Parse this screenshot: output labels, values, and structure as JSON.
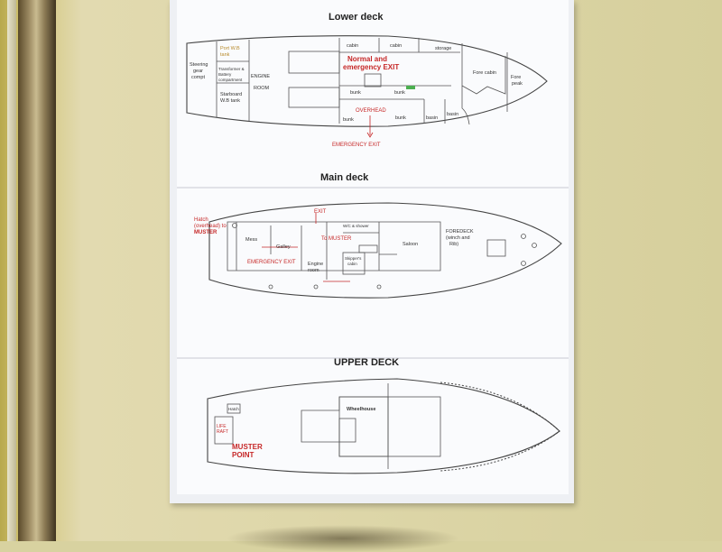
{
  "decks": {
    "lower": {
      "title": "Lower deck",
      "labels": {
        "steering": [
          "Steering",
          "gear",
          "compt"
        ],
        "port_wb": [
          "Port W.B",
          "tank"
        ],
        "transformer": [
          "Transformer &",
          "Battery",
          "compartment"
        ],
        "starboard_wb": [
          "Starboard",
          "W.B tank"
        ],
        "engine": "ENGINE",
        "room": "ROOM",
        "cabin1": "cabin",
        "cabin2": "cabin",
        "storage": "storage",
        "exit": [
          "Normal and",
          "emergency EXIT"
        ],
        "bunk1": "bunk",
        "bunk2": "bunk",
        "bunk3": "bunk",
        "basin1": "basin",
        "basin2": "basin",
        "overhead": "OVERHEAD",
        "fore_cabin": "Fore cabin",
        "fore_peak": [
          "Fore",
          "peak"
        ],
        "emergency_exit": "EMERGENCY EXIT"
      }
    },
    "main": {
      "title": "Main deck",
      "labels": {
        "hatch": [
          "Hatch",
          "(overhead) to",
          "MUSTER"
        ],
        "exit": "EXIT",
        "mess": "Mess",
        "galley": "Galley",
        "wc_shower": "W/C & shower",
        "to_muster": "To MUSTER",
        "emergency_exit": "EMERGENCY EXIT",
        "engine_room": [
          "Engine",
          "room"
        ],
        "skippers_cabin": [
          "Skipper's",
          "cabin"
        ],
        "saloon": "Saloon",
        "foredeck": [
          "FOREDECK",
          "(winch and",
          "Rib)"
        ]
      }
    },
    "upper": {
      "title": "UPPER DECK",
      "labels": {
        "hatch": "Hatch",
        "life_raft": [
          "LIFE",
          "RAFT"
        ],
        "muster_point": [
          "MUSTER",
          "POINT"
        ],
        "wheelhouse": "Wheelhouse"
      }
    }
  },
  "colors": {
    "emergency": "#c62828",
    "ink": "#333333",
    "sheet": "#fafbfd"
  }
}
